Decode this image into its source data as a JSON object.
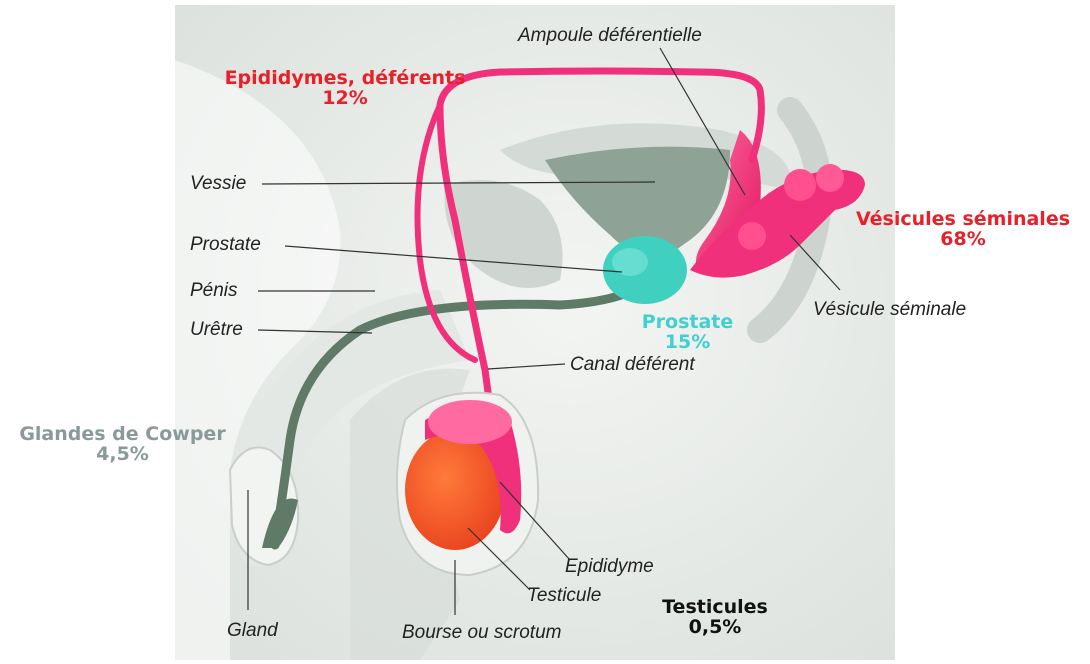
{
  "labels": {
    "ampoule": "Ampoule déférentielle",
    "vessie": "Vessie",
    "prostate": "Prostate",
    "penis": "Pénis",
    "uretre": "Urêtre",
    "canal": "Canal déférent",
    "vesicule": "Vésicule séminale",
    "epididyme": "Epididyme",
    "testicule": "Testicule",
    "gland": "Gland",
    "bourse": "Bourse ou scrotum"
  },
  "percentages": {
    "epididymes": {
      "name": "Epididymes, déférents",
      "value": "12%",
      "color": "#e8202a"
    },
    "vesicules": {
      "name": "Vésicules séminales",
      "value": "68%",
      "color": "#e8202a"
    },
    "prostate": {
      "name": "Prostate",
      "value": "15%",
      "color": "#3fd0d0"
    },
    "cowper": {
      "name": "Glandes de Cowper",
      "value": "4,5%",
      "color": "#8a9a9a"
    },
    "testicules": {
      "name": "Testicules",
      "value": "0,5%",
      "color": "#111111"
    }
  },
  "colors": {
    "tissue": "#e9ecea",
    "organ_grey": "#8fa296",
    "pink": "#f0307a",
    "testicle": "#f25a2c",
    "prostate_teal": "#3fd0c0",
    "urethra": "#5f7a66"
  }
}
